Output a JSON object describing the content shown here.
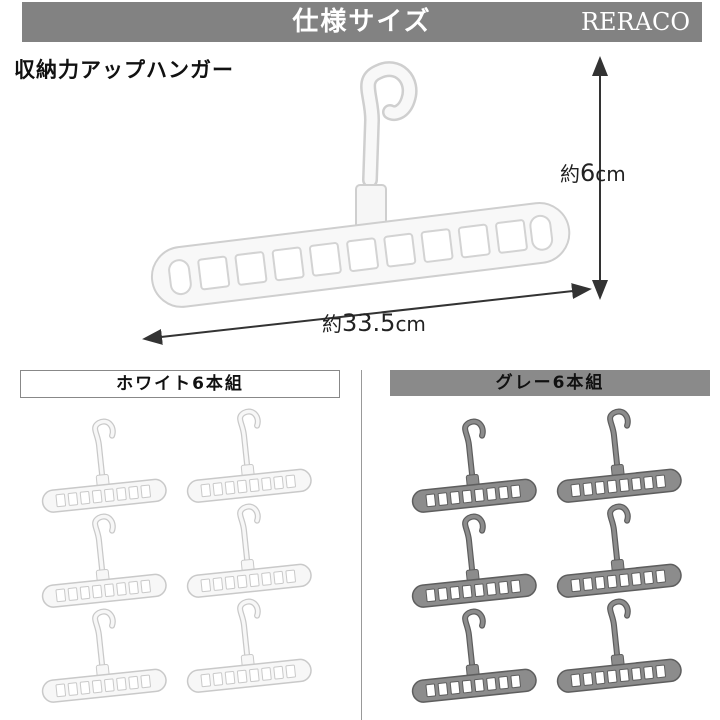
{
  "header": {
    "title": "仕様サイズ",
    "brand": "RERACO"
  },
  "product": {
    "name": "収納力アップハンガー"
  },
  "dimensions": {
    "height_prefix": "約",
    "height_value": "6",
    "height_unit": "cm",
    "width_prefix": "約",
    "width_value": "33.5",
    "width_unit": "cm"
  },
  "variants": [
    {
      "label": "ホワイト6本組",
      "count": 6,
      "hanger_fill": "#f7f7f7",
      "hanger_stroke": "#c9c9c9"
    },
    {
      "label": "グレー6本組",
      "count": 6,
      "hanger_fill": "#8c8c8c",
      "hanger_stroke": "#5e5e5e"
    }
  ],
  "colors": {
    "header_bg": "#828282",
    "gray_label_bg": "#8a8a8a",
    "main_hanger_fill": "#f8f8f8",
    "main_hanger_stroke": "#cfcfcf"
  }
}
